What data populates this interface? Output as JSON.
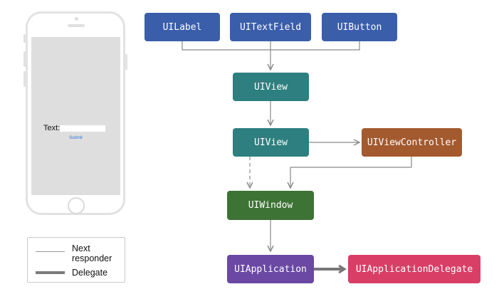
{
  "phone": {
    "text_label": "Text:",
    "submit_label": "Submit"
  },
  "nodes": [
    {
      "id": "uilabel",
      "label": "UILabel",
      "color": "#3a5eaa"
    },
    {
      "id": "uitextfield",
      "label": "UITextField",
      "color": "#3a5eaa"
    },
    {
      "id": "uibutton",
      "label": "UIButton",
      "color": "#3a5eaa"
    },
    {
      "id": "uiview1",
      "label": "UIView",
      "color": "#2e7f7f"
    },
    {
      "id": "uiview2",
      "label": "UIView",
      "color": "#2e7f7f"
    },
    {
      "id": "uiviewcontroller",
      "label": "UIViewController",
      "color": "#a35a2e"
    },
    {
      "id": "uiwindow",
      "label": "UIWindow",
      "color": "#3d7335"
    },
    {
      "id": "uiapplication",
      "label": "UIApplication",
      "color": "#6a48a4"
    },
    {
      "id": "uiapplicationdelegate",
      "label": "UIApplicationDelegate",
      "color": "#d93e66"
    }
  ],
  "edges": [
    {
      "from": "uilabel",
      "to": "uiview1",
      "kind": "next-responder"
    },
    {
      "from": "uitextfield",
      "to": "uiview1",
      "kind": "next-responder"
    },
    {
      "from": "uibutton",
      "to": "uiview1",
      "kind": "next-responder"
    },
    {
      "from": "uiview1",
      "to": "uiview2",
      "kind": "next-responder"
    },
    {
      "from": "uiview2",
      "to": "uiviewcontroller",
      "kind": "next-responder"
    },
    {
      "from": "uiview2",
      "to": "uiwindow",
      "kind": "dashed"
    },
    {
      "from": "uiviewcontroller",
      "to": "uiwindow",
      "kind": "next-responder"
    },
    {
      "from": "uiwindow",
      "to": "uiapplication",
      "kind": "next-responder"
    },
    {
      "from": "uiapplication",
      "to": "uiapplicationdelegate",
      "kind": "delegate"
    }
  ],
  "legend": {
    "next_responder": "Next responder",
    "delegate": "Delegate"
  },
  "colors": {
    "line": "#8a8a8a",
    "delegate_line": "#777777"
  }
}
